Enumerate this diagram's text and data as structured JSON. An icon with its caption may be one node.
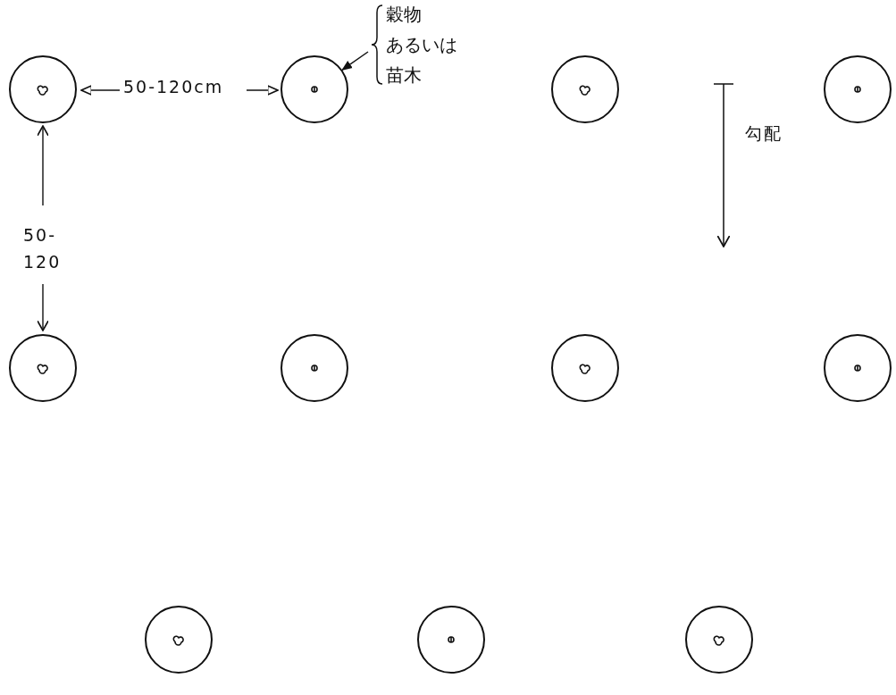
{
  "diagram": {
    "nodes": [
      {
        "text": [],
        "shape": "circle"
      },
      {
        "text": [],
        "shape": "circle"
      },
      {
        "text": [],
        "shape": "circle"
      },
      {
        "text": [],
        "shape": "circle"
      },
      {
        "text": [],
        "shape": "circle"
      },
      {
        "text": [],
        "shape": "circle"
      },
      {
        "text": [],
        "shape": "circle"
      },
      {
        "text": [],
        "shape": "circle"
      },
      {
        "text": [],
        "shape": "circle"
      },
      {
        "text": [],
        "shape": "circle"
      },
      {
        "text": [],
        "shape": "circle"
      },
      {
        "text": [
          "穀物",
          "あるいは",
          "苗木"
        ]
      }
    ],
    "edges": [
      {
        "from": 11,
        "to": 1,
        "arrow": "to"
      }
    ],
    "labels": [
      "50-120cm",
      "50- 120",
      "勾配"
    ]
  }
}
